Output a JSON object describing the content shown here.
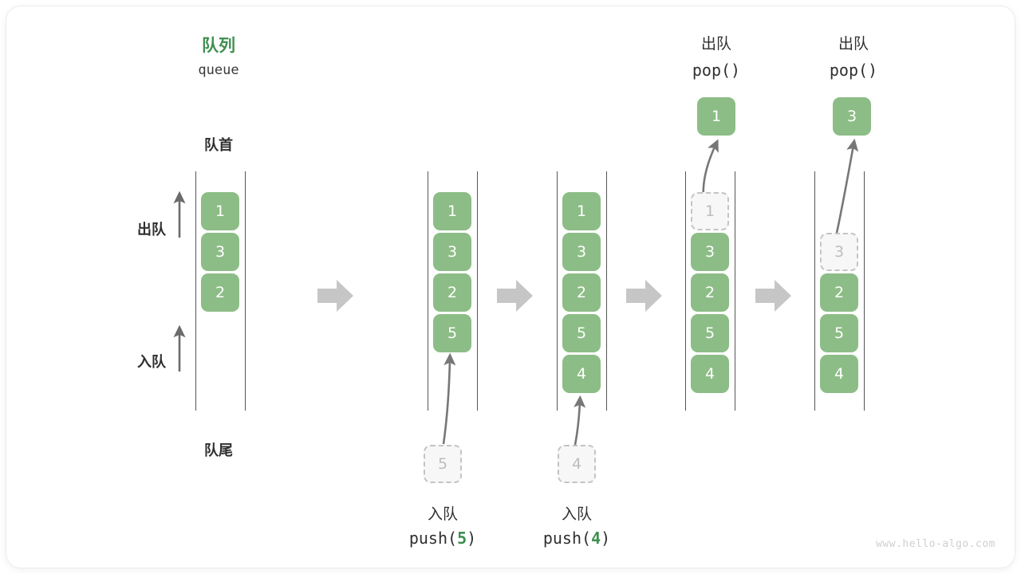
{
  "figure": {
    "title_cn": "队列",
    "title_en": "queue",
    "front_label": "队首",
    "rear_label": "队尾",
    "dequeue_side_label": "出队",
    "enqueue_side_label": "入队",
    "watermark": "www.hello-algo.com",
    "accent_green": "#3f8f4f",
    "cell_green": "#8cbd86",
    "ghost_gray": "#bdbdbd",
    "arrow_gray": "#9e9e9e",
    "rail_gray": "#555555"
  },
  "columns": [
    {
      "id": "initial",
      "cells": [
        "1",
        "3",
        "2"
      ],
      "ghost_index": null,
      "capacity": 6,
      "header_cn": "",
      "header_code": "",
      "popped_value": null,
      "pushed_value": null,
      "caption_cn": "",
      "caption_code_prefix": "",
      "caption_code_num": "",
      "caption_code_suffix": ""
    },
    {
      "id": "push5",
      "cells": [
        "1",
        "3",
        "2",
        "5"
      ],
      "ghost_index": null,
      "capacity": 6,
      "header_cn": "",
      "header_code": "",
      "popped_value": null,
      "pushed_value": "5",
      "caption_cn": "入队",
      "caption_code_prefix": "push(",
      "caption_code_num": "5",
      "caption_code_suffix": ")"
    },
    {
      "id": "push4",
      "cells": [
        "1",
        "3",
        "2",
        "5",
        "4"
      ],
      "ghost_index": null,
      "capacity": 6,
      "header_cn": "",
      "header_code": "",
      "popped_value": null,
      "pushed_value": "4",
      "caption_cn": "入队",
      "caption_code_prefix": "push(",
      "caption_code_num": "4",
      "caption_code_suffix": ")"
    },
    {
      "id": "pop1",
      "cells": [
        "1",
        "3",
        "2",
        "5",
        "4"
      ],
      "ghost_index": 0,
      "capacity": 6,
      "header_cn": "出队",
      "header_code": "pop()",
      "popped_value": "1",
      "pushed_value": null,
      "caption_cn": "",
      "caption_code_prefix": "",
      "caption_code_num": "",
      "caption_code_suffix": ""
    },
    {
      "id": "pop3",
      "cells": [
        "3",
        "2",
        "5",
        "4"
      ],
      "ghost_index": 0,
      "ghost_slot": 1,
      "capacity": 6,
      "header_cn": "出队",
      "header_code": "pop()",
      "popped_value": "3",
      "pushed_value": null,
      "caption_cn": "",
      "caption_code_prefix": "",
      "caption_code_num": "",
      "caption_code_suffix": ""
    }
  ],
  "step_arrows": [
    "step-arrow-1",
    "step-arrow-2",
    "step-arrow-3",
    "step-arrow-4"
  ]
}
